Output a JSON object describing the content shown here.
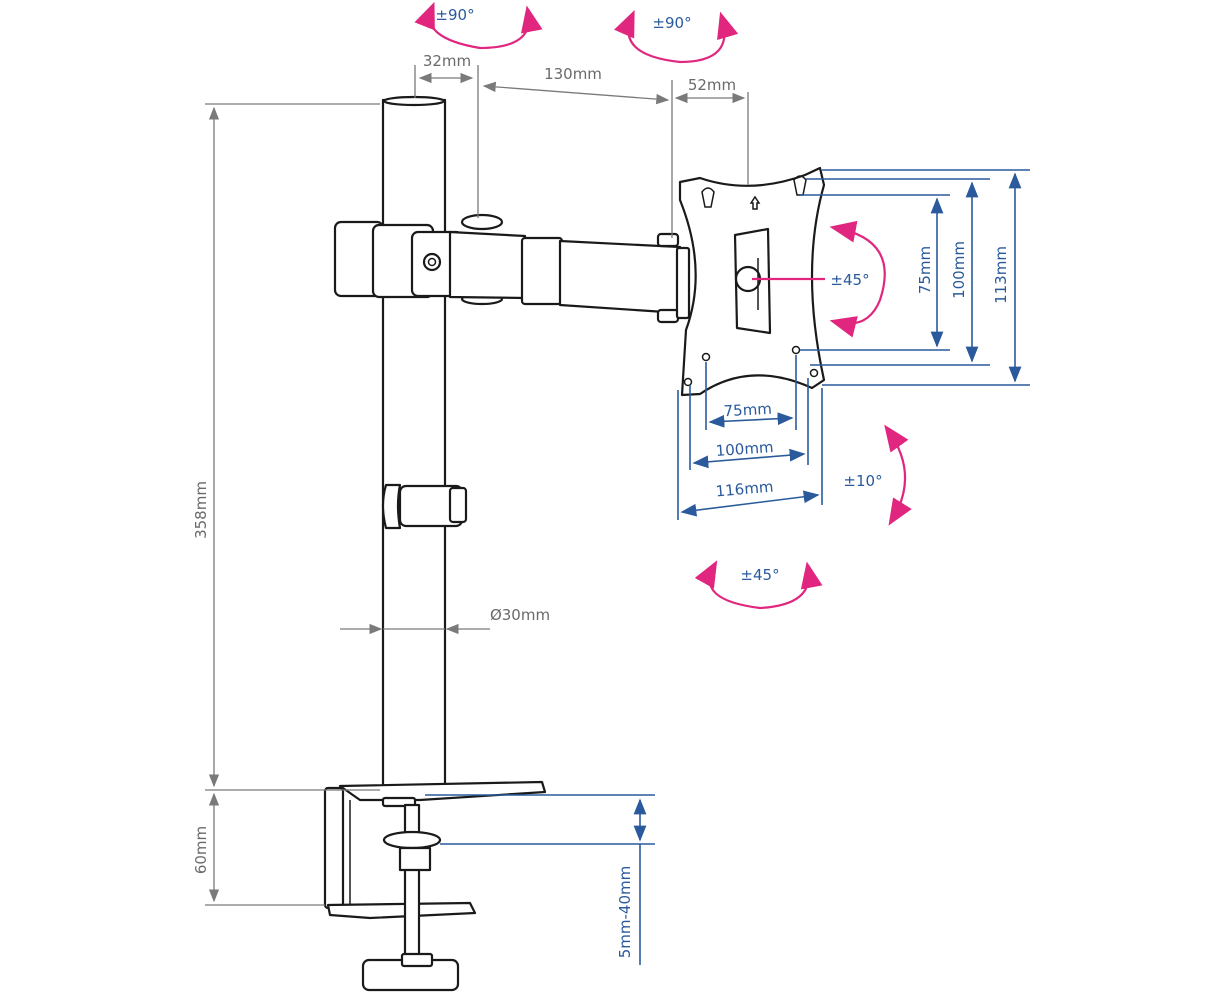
{
  "colors": {
    "dimension_gray": "#7a7a7a",
    "dimension_blue": "#2a5a9c",
    "rotation_magenta": "#e0267f"
  },
  "labels": {
    "arm_rotation_pole": "±90°",
    "arm_rotation_joint": "±90°",
    "pole_to_arm_offset": "32mm",
    "arm_length": "130mm",
    "joint_to_plate": "52mm",
    "pole_height": "358mm",
    "clamp_height": "60mm",
    "pole_diameter": "Ø30mm",
    "vesa_vertical_75": "75mm",
    "vesa_vertical_100": "100mm",
    "plate_height": "113mm",
    "plate_rotation": "±45°",
    "vesa_horizontal_75": "75mm",
    "vesa_horizontal_100": "100mm",
    "plate_width": "116mm",
    "tilt": "±10°",
    "swivel": "±45°",
    "desk_thickness": "5mm-40mm"
  }
}
